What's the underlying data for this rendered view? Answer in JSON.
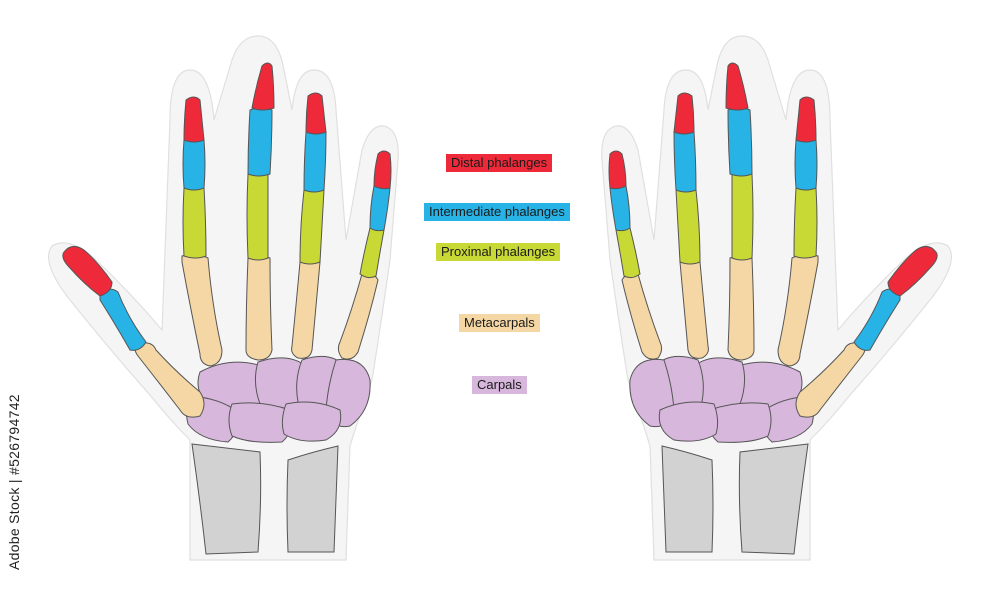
{
  "labels": {
    "distal": "Distal phalanges",
    "intermediate": "Intermediate phalanges",
    "proximal": "Proximal phalanges",
    "metacarpals": "Metacarpals",
    "carpals": "Carpals"
  },
  "stock_id": "Adobe Stock | #526794742",
  "colors": {
    "distal": "#ee2a3a",
    "intermediate": "#27b3e6",
    "proximal": "#c8d834",
    "metacarpals": "#f4d7a4",
    "carpals": "#d8b7dd",
    "forearm": "#d2d2d2",
    "outline": "#e6e6e6"
  }
}
